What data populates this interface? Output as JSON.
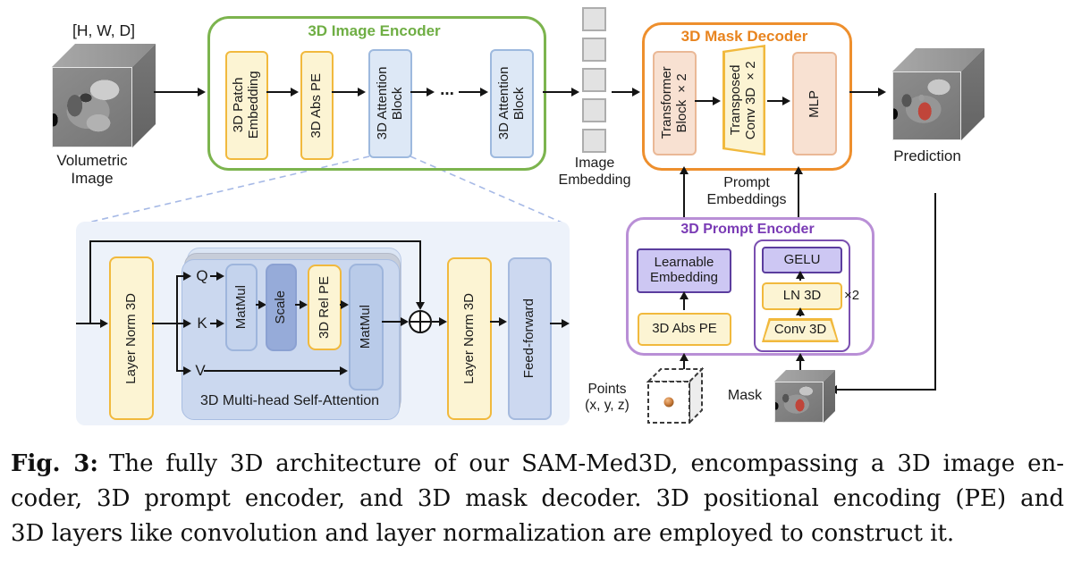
{
  "figure": {
    "input": {
      "dims_label": "[H, W, D]",
      "cube_label": "Volumetric Image"
    },
    "image_encoder": {
      "title": "3D Image Encoder",
      "blocks": [
        "3D Patch Embedding",
        "3D Abs PE",
        "3D Attention Block",
        "3D Attention Block"
      ],
      "ellipsis": "..."
    },
    "image_embedding": {
      "label": "Image Embedding",
      "token_count": 5
    },
    "mask_decoder": {
      "title": "3D Mask Decoder",
      "blocks": [
        "Transformer Block ×2",
        "Transposed Conv 3D ×2",
        "MLP"
      ]
    },
    "prompt_embeddings_label": "Prompt Embeddings",
    "prediction": {
      "label": "Prediction"
    },
    "prompt_encoder": {
      "title": "3D Prompt Encoder",
      "left_blocks": [
        "Learnable Embedding",
        "3D Abs PE"
      ],
      "right_blocks": [
        "GELU",
        "LN 3D",
        "Conv 3D"
      ],
      "repeat_label": "×2"
    },
    "points": {
      "label_line1": "Points",
      "label_line2": "(x, y, z)"
    },
    "mask": {
      "label": "Mask"
    },
    "attention_detail": {
      "layer_norm_in": "Layer Norm 3D",
      "q": "Q",
      "k": "K",
      "v": "V",
      "matmul_1": "MatMul",
      "scale": "Scale",
      "rel_pe": "3D Rel PE",
      "matmul_2": "MatMul",
      "layer_norm_out": "Layer Norm 3D",
      "feed_forward": "Feed-forward",
      "label": "3D Multi-head Self-Attention"
    },
    "colors": {
      "encoder_green": "#7cb44e",
      "decoder_orange": "#ee8f2d",
      "decoder_title": "#e8841f",
      "prompt_purple_border": "#b98fd6",
      "prompt_title": "#7a3bb5",
      "yellow_fill": "#fcf4d3",
      "yellow_border": "#f1b93d",
      "blue_fill": "#dde8f6",
      "peach_fill": "#f8e1d2",
      "purple_block_fill": "#cdc7f3",
      "mask_red": "#c0453a"
    }
  },
  "caption": {
    "fig_label": "Fig. 3:",
    "lines": [
      "The fully 3D architecture of our SAM-Med3D, encompassing a 3D image en-",
      "coder, 3D prompt encoder, and 3D mask decoder. 3D positional encoding (PE) and",
      "3D layers like convolution and layer normalization are employed to construct it."
    ]
  }
}
